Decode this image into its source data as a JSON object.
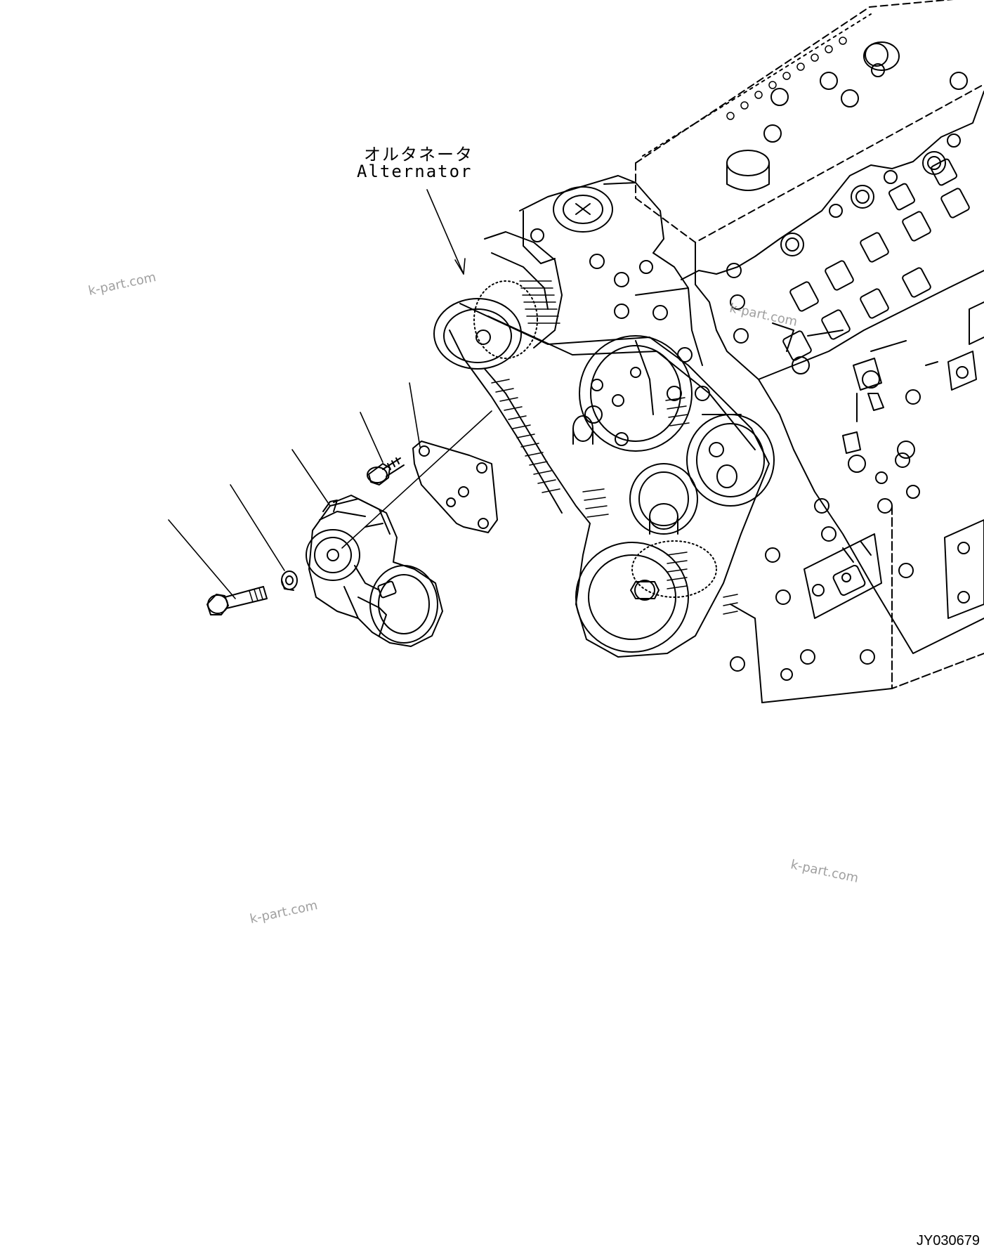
{
  "callout": {
    "label_jp": "オルタネータ",
    "label_en": "Alternator"
  },
  "watermarks": [
    "k-part.com",
    "k-part.com",
    "k-part.com",
    "k-part.com"
  ],
  "drawing_number": "JY030679",
  "icons": [
    "engine-drawing",
    "belt-tensioner",
    "tensioner-pulley",
    "bracket-plate",
    "bolt",
    "washer"
  ]
}
